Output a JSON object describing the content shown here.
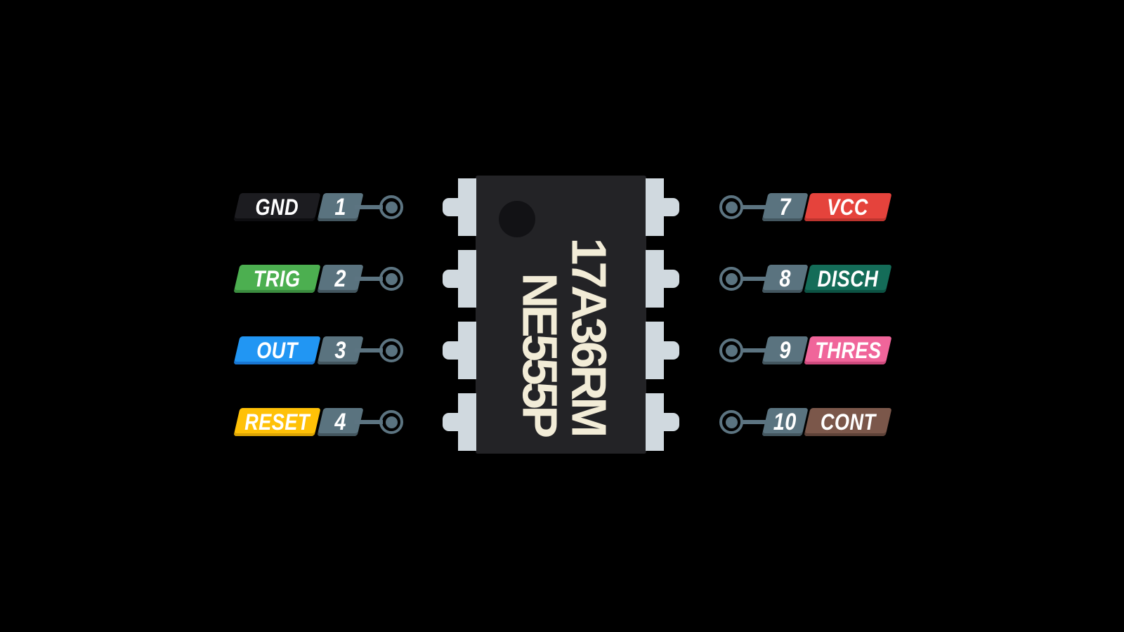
{
  "background": "#000000",
  "chip": {
    "marking_line1": "17A36RM",
    "marking_line2": "NE555P",
    "body_color": "#232326",
    "marking_color": "#F2ECD7",
    "pin_color": "#D0D9DF",
    "indicator_dot_color": "#121215"
  },
  "connector": {
    "box_color": "#5A737F",
    "box_edge_color": "#43565F",
    "ring_color": "#5C7481",
    "dot_color": "#5A7380",
    "line_color": "#5C7481"
  },
  "left_pins": [
    {
      "number": "1",
      "name": "GND",
      "color": "#1C1C20",
      "edge_color": "#0D0D10"
    },
    {
      "number": "2",
      "name": "TRIG",
      "color": "#4CAF50",
      "edge_color": "#3B8C3F"
    },
    {
      "number": "3",
      "name": "OUT",
      "color": "#2196F3",
      "edge_color": "#1976D2"
    },
    {
      "number": "4",
      "name": "RESET",
      "color": "#FFC107",
      "edge_color": "#DBA404"
    }
  ],
  "right_pins": [
    {
      "number": "7",
      "name": "VCC",
      "color": "#E5433C",
      "edge_color": "#BD342E"
    },
    {
      "number": "8",
      "name": "DISCH",
      "color": "#146C58",
      "edge_color": "#0C5243"
    },
    {
      "number": "9",
      "name": "THRES",
      "color": "#F0659A",
      "edge_color": "#CE4A7D"
    },
    {
      "number": "10",
      "name": "CONT",
      "color": "#7B574A",
      "edge_color": "#5E4238"
    }
  ]
}
